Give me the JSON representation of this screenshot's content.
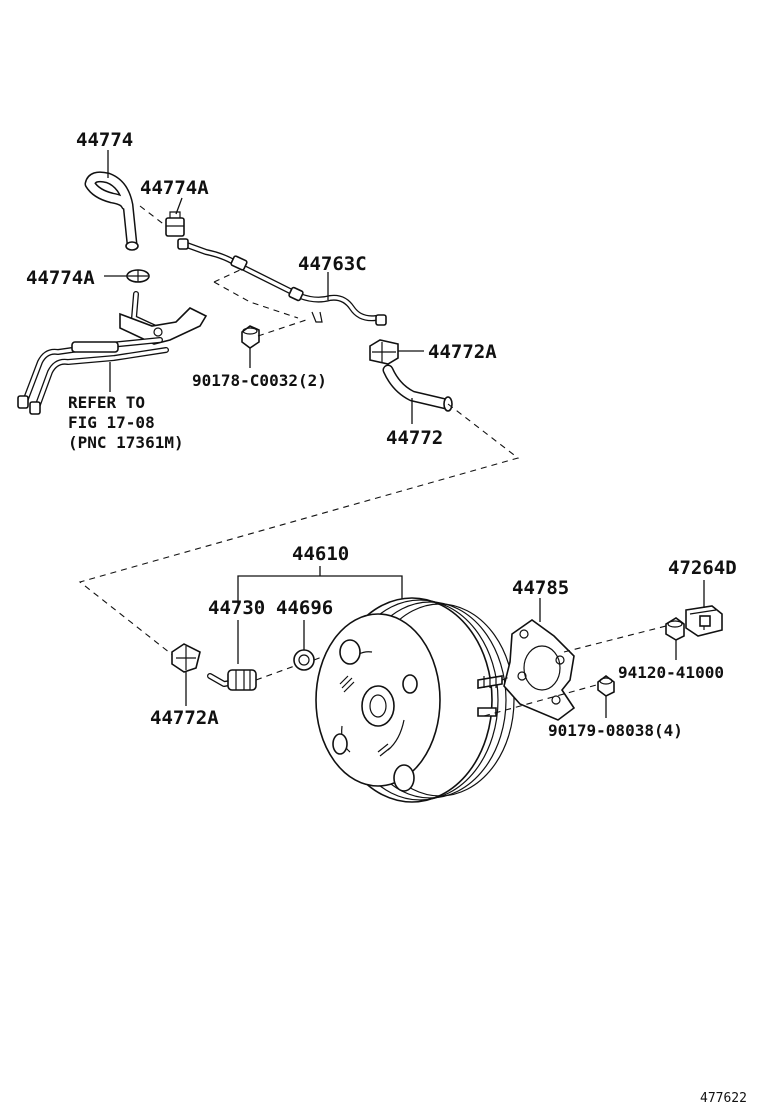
{
  "labels": {
    "hose_upper": "44774",
    "clip_upper": "44774A",
    "clip_left": "44774A",
    "pipe": "44763C",
    "nut_pipe": "90178-C0032(2)",
    "clip_right": "44772A",
    "hose_lower": "44772",
    "refer_line1": "REFER TO",
    "refer_line2": "FIG 17-08",
    "refer_line3": "(PNC 17361M)",
    "booster": "44610",
    "check_valve": "44730",
    "grommet": "44696",
    "clip_bottom": "44772A",
    "gasket": "44785",
    "clevis": "47264D",
    "clevis_nut": "94120-41000",
    "booster_nut": "90179-08038(4)",
    "figure_id": "477622"
  }
}
